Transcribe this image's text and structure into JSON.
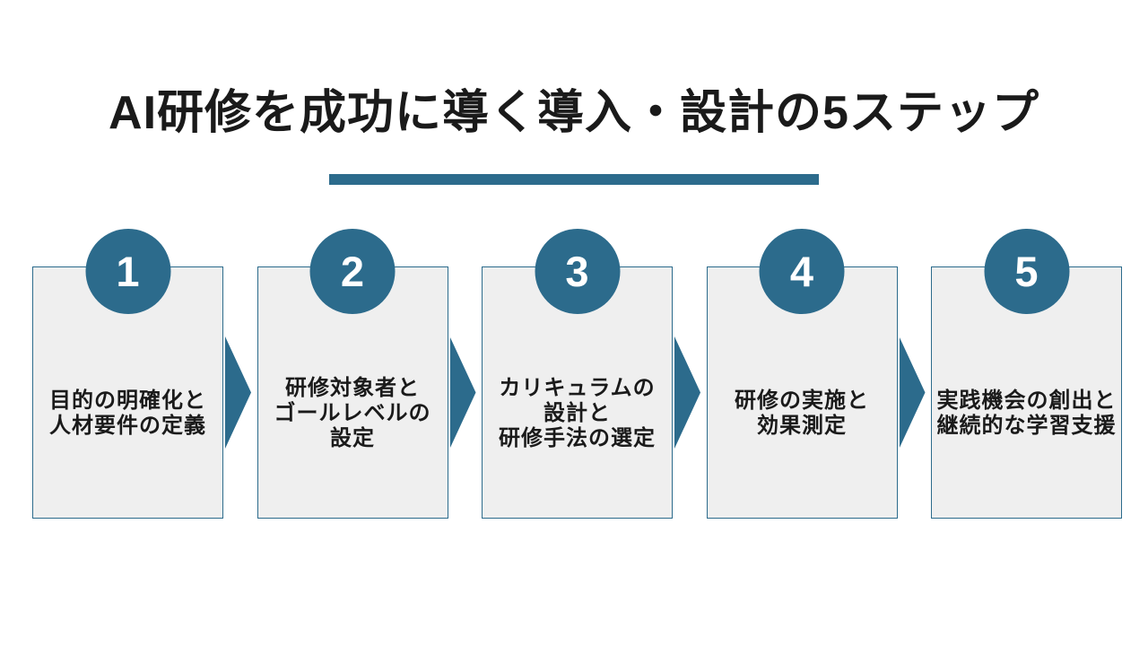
{
  "title": "AI研修を成功に導く導入・設計の5ステップ",
  "colors": {
    "accent": "#2C6B8C",
    "box_fill": "#EFEFEF",
    "text": "#1A1A1A",
    "background": "#FFFFFF"
  },
  "steps": [
    {
      "number": "1",
      "lines": [
        "目的の明確化と",
        "人材要件の定義"
      ]
    },
    {
      "number": "2",
      "lines": [
        "研修対象者と",
        "ゴールレベルの",
        "設定"
      ]
    },
    {
      "number": "3",
      "lines": [
        "カリキュラムの",
        "設計と",
        "研修手法の選定"
      ]
    },
    {
      "number": "4",
      "lines": [
        "研修の実施と",
        "効果測定"
      ]
    },
    {
      "number": "5",
      "lines": [
        "実践機会の創出と",
        "継続的な学習支援"
      ]
    }
  ]
}
